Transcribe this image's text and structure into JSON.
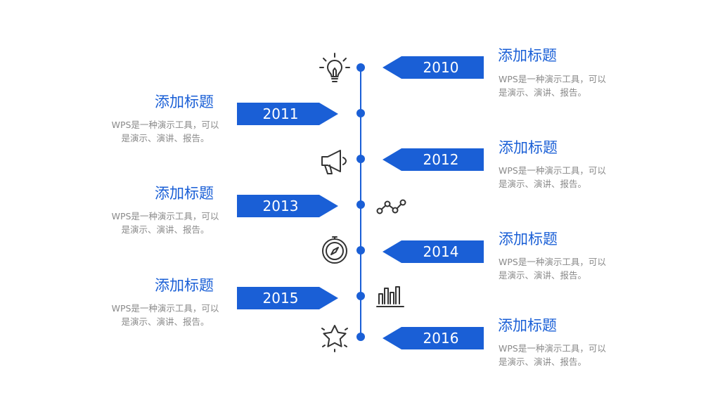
{
  "colors": {
    "accent": "#1a5fd6",
    "text_gray": "#8a8a8a",
    "icon_stroke": "#333333"
  },
  "items": [
    {
      "year": "2010",
      "title": "添加标题",
      "desc": "WPS是一种演示工具，可以是演示、演讲、报告。",
      "icon": "lightbulb-icon"
    },
    {
      "year": "2011",
      "title": "添加标题",
      "desc": "WPS是一种演示工具，可以是演示、演讲、报告。",
      "icon": ""
    },
    {
      "year": "2012",
      "title": "添加标题",
      "desc": "WPS是一种演示工具，可以是演示、演讲、报告。",
      "icon": "megaphone-icon"
    },
    {
      "year": "2013",
      "title": "添加标题",
      "desc": "WPS是一种演示工具，可以是演示、演讲、报告。",
      "icon": "line-chart-icon"
    },
    {
      "year": "2014",
      "title": "添加标题",
      "desc": "WPS是一种演示工具，可以是演示、演讲、报告。",
      "icon": "compass-icon"
    },
    {
      "year": "2015",
      "title": "添加标题",
      "desc": "WPS是一种演示工具，可以是演示、演讲、报告。",
      "icon": "bar-chart-icon"
    },
    {
      "year": "2016",
      "title": "添加标题",
      "desc": "WPS是一种演示工具，可以是演示、演讲、报告。",
      "icon": "star-icon"
    }
  ]
}
